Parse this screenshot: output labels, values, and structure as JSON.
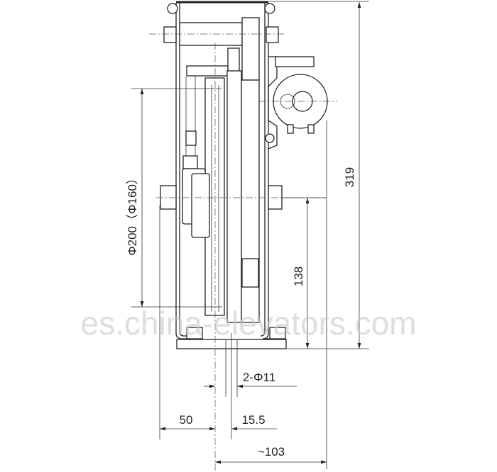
{
  "dimensions": {
    "diameter": "Φ200（Φ160）",
    "height_total": "319",
    "height_axis": "138",
    "holes": "2-Φ11",
    "offset_50": "50",
    "offset_15_5": "15.5",
    "width_103": "~103"
  },
  "watermark": "es.china-elevators.com"
}
